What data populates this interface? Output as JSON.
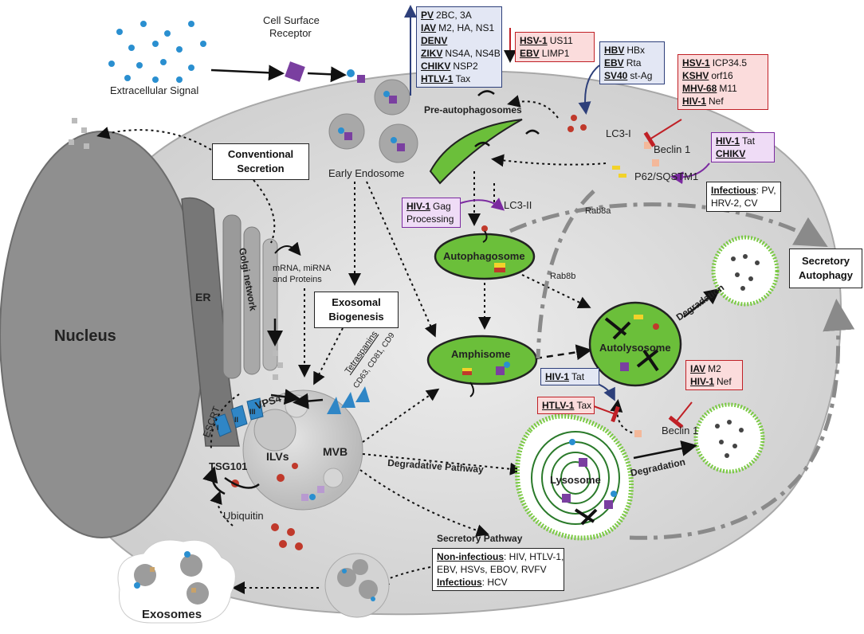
{
  "labels": {
    "extracellular_signal": "Extracellular Signal",
    "cell_surface_receptor_1": "Cell Surface",
    "cell_surface_receptor_2": "Receptor",
    "early_endosome": "Early Endosome",
    "nucleus": "Nucleus",
    "er": "ER",
    "golgi": "Golgi network",
    "mrna_1": "mRNA, miRNA",
    "mrna_2": "and Proteins",
    "pre_autophagosomes": "Pre-autophagosomes",
    "lc3_i": "LC3-I",
    "lc3_ii": "LC3-II",
    "beclin1_top": "Beclin 1",
    "beclin1_bottom": "Beclin 1",
    "p62": "P62/SQSTM1",
    "autophagosome": "Autophagosome",
    "amphisome": "Amphisome",
    "autolysosome": "Autolysosome",
    "lysosome": "Lysosome",
    "mvb": "MVB",
    "ilvs": "ILVs",
    "vps4": "VPS4",
    "escrt": "ESCRT",
    "tsg101": "TSG101",
    "ubiquitin": "Ubiquitin",
    "tetraspanins": "Tetraspanins",
    "tetraspanin_list": "CD63, CD81, CD9",
    "escrt_roman": [
      "I",
      "II",
      "III"
    ],
    "rab8a": "Rab8a",
    "rab8b": "Rab8b",
    "degradation_1": "Degradation",
    "degradation_2": "Degradation",
    "degradative_pathway": "Degradative Pathway",
    "secretory_pathway": "Secretory Pathway",
    "exosomes": "Exosomes"
  },
  "boxes": {
    "conventional_secretion": [
      "Conventional",
      "Secretion"
    ],
    "exosomal_biogenesis": [
      "Exosomal",
      "Biogenesis"
    ],
    "secretory_autophagy": [
      "Secretory",
      "Autophagy"
    ]
  },
  "virus_boxes": {
    "top_blue": [
      {
        "virus": "PV",
        "proteins": "2BC, 3A"
      },
      {
        "virus": "IAV",
        "proteins": "M2, HA, NS1"
      },
      {
        "virus": "DENV",
        "proteins": ""
      },
      {
        "virus": "ZIKV",
        "proteins": "NS4A, NS4B"
      },
      {
        "virus": "CHIKV",
        "proteins": "NSP2"
      },
      {
        "virus": "HTLV-1",
        "proteins": "Tax"
      }
    ],
    "top_red": [
      {
        "virus": "HSV-1",
        "proteins": "US11"
      },
      {
        "virus": "EBV",
        "proteins": "LIMP1"
      }
    ],
    "lc3_blue": [
      {
        "virus": "HBV",
        "proteins": "HBx"
      },
      {
        "virus": "EBV",
        "proteins": "Rta"
      },
      {
        "virus": "SV40",
        "proteins": "st-Ag"
      }
    ],
    "beclin_red": [
      {
        "virus": "HSV-1",
        "proteins": "ICP34.5"
      },
      {
        "virus": "KSHV",
        "proteins": "orf16"
      },
      {
        "virus": "MHV-68",
        "proteins": "M11"
      },
      {
        "virus": "HIV-1",
        "proteins": "Nef"
      }
    ],
    "p62_purple": [
      {
        "virus": "HIV-1",
        "proteins": "Tat"
      },
      {
        "virus": "CHIKV",
        "proteins": ""
      }
    ],
    "gag_purple": [
      {
        "virus": "HIV-1",
        "proteins": "Gag"
      },
      {
        "virus": "",
        "proteins": "Processing"
      }
    ],
    "infectious_white": [
      {
        "virus": "Infectious",
        "proteins": ": PV,"
      },
      {
        "virus": "",
        "proteins": "HRV-2, CV"
      }
    ],
    "hiv_tat_blue": [
      {
        "virus": "HIV-1",
        "proteins": "Tat"
      }
    ],
    "htlv_tax_red": [
      {
        "virus": "HTLV-1",
        "proteins": "Tax"
      }
    ],
    "iav_red": [
      {
        "virus": "IAV",
        "proteins": "M2"
      },
      {
        "virus": "HIV-1",
        "proteins": "Nef"
      }
    ],
    "secretory_white": [
      {
        "virus": "Non-infectious",
        "proteins": ": HIV, HTLV-1,"
      },
      {
        "virus": "",
        "proteins": "EBV, HSVs, EBOV, RVFV"
      },
      {
        "virus": "Infectious",
        "proteins": ": HCV"
      }
    ]
  },
  "colors": {
    "cell": "#dcdcdc",
    "vesicle_green": "#6bbf3a",
    "blue_box": "#2d3f7a",
    "red_box": "#c02026",
    "purple_box": "#7b2aa0",
    "escrt_blue": "#2f86c6",
    "cargo_purple": "#7a3fa0",
    "cargo_blue": "#2a8fd0",
    "ubiquitin_red": "#c0392b"
  }
}
